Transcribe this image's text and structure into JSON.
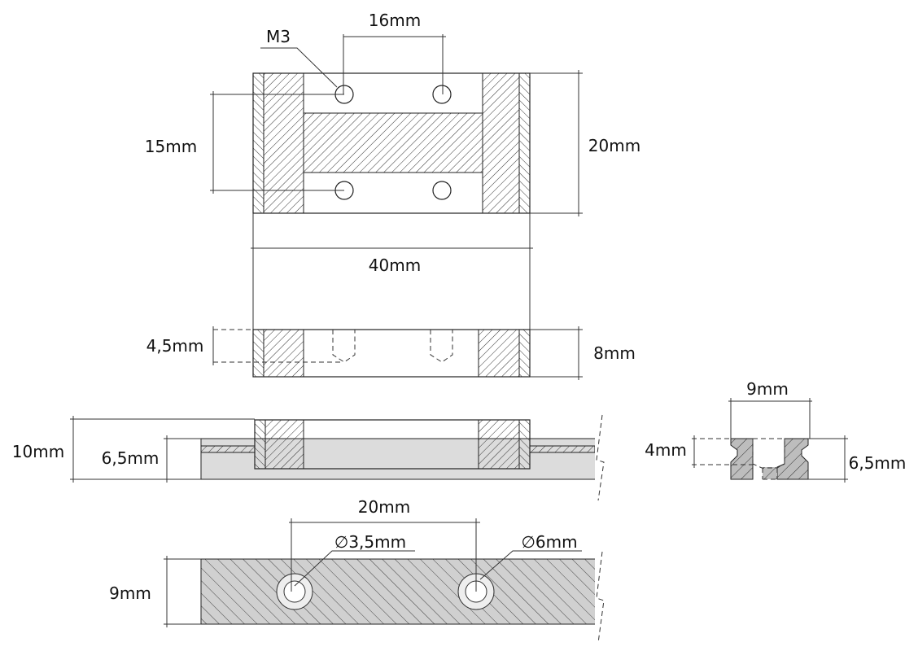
{
  "drawing": {
    "top_view": {
      "hole_label": "M3",
      "hole_spacing_x": "16mm",
      "hole_spacing_y": "15mm",
      "height": "20mm",
      "width": "40mm"
    },
    "side_view": {
      "hole_depth": "4,5mm",
      "thickness": "8mm"
    },
    "front_section": {
      "total_height": "10mm",
      "rail_height": "6,5mm"
    },
    "rail_top_view": {
      "hole_spacing": "20mm",
      "hole_small_diameter": "∅3,5mm",
      "hole_large_diameter": "∅6mm",
      "width": "9mm"
    },
    "rail_profile": {
      "width": "9mm",
      "slot_depth": "4mm",
      "height": "6,5mm"
    },
    "colors": {
      "line": "#222222",
      "rail_fill": "#dcdcdc",
      "hatch_fill": "#c8c8c8"
    }
  }
}
